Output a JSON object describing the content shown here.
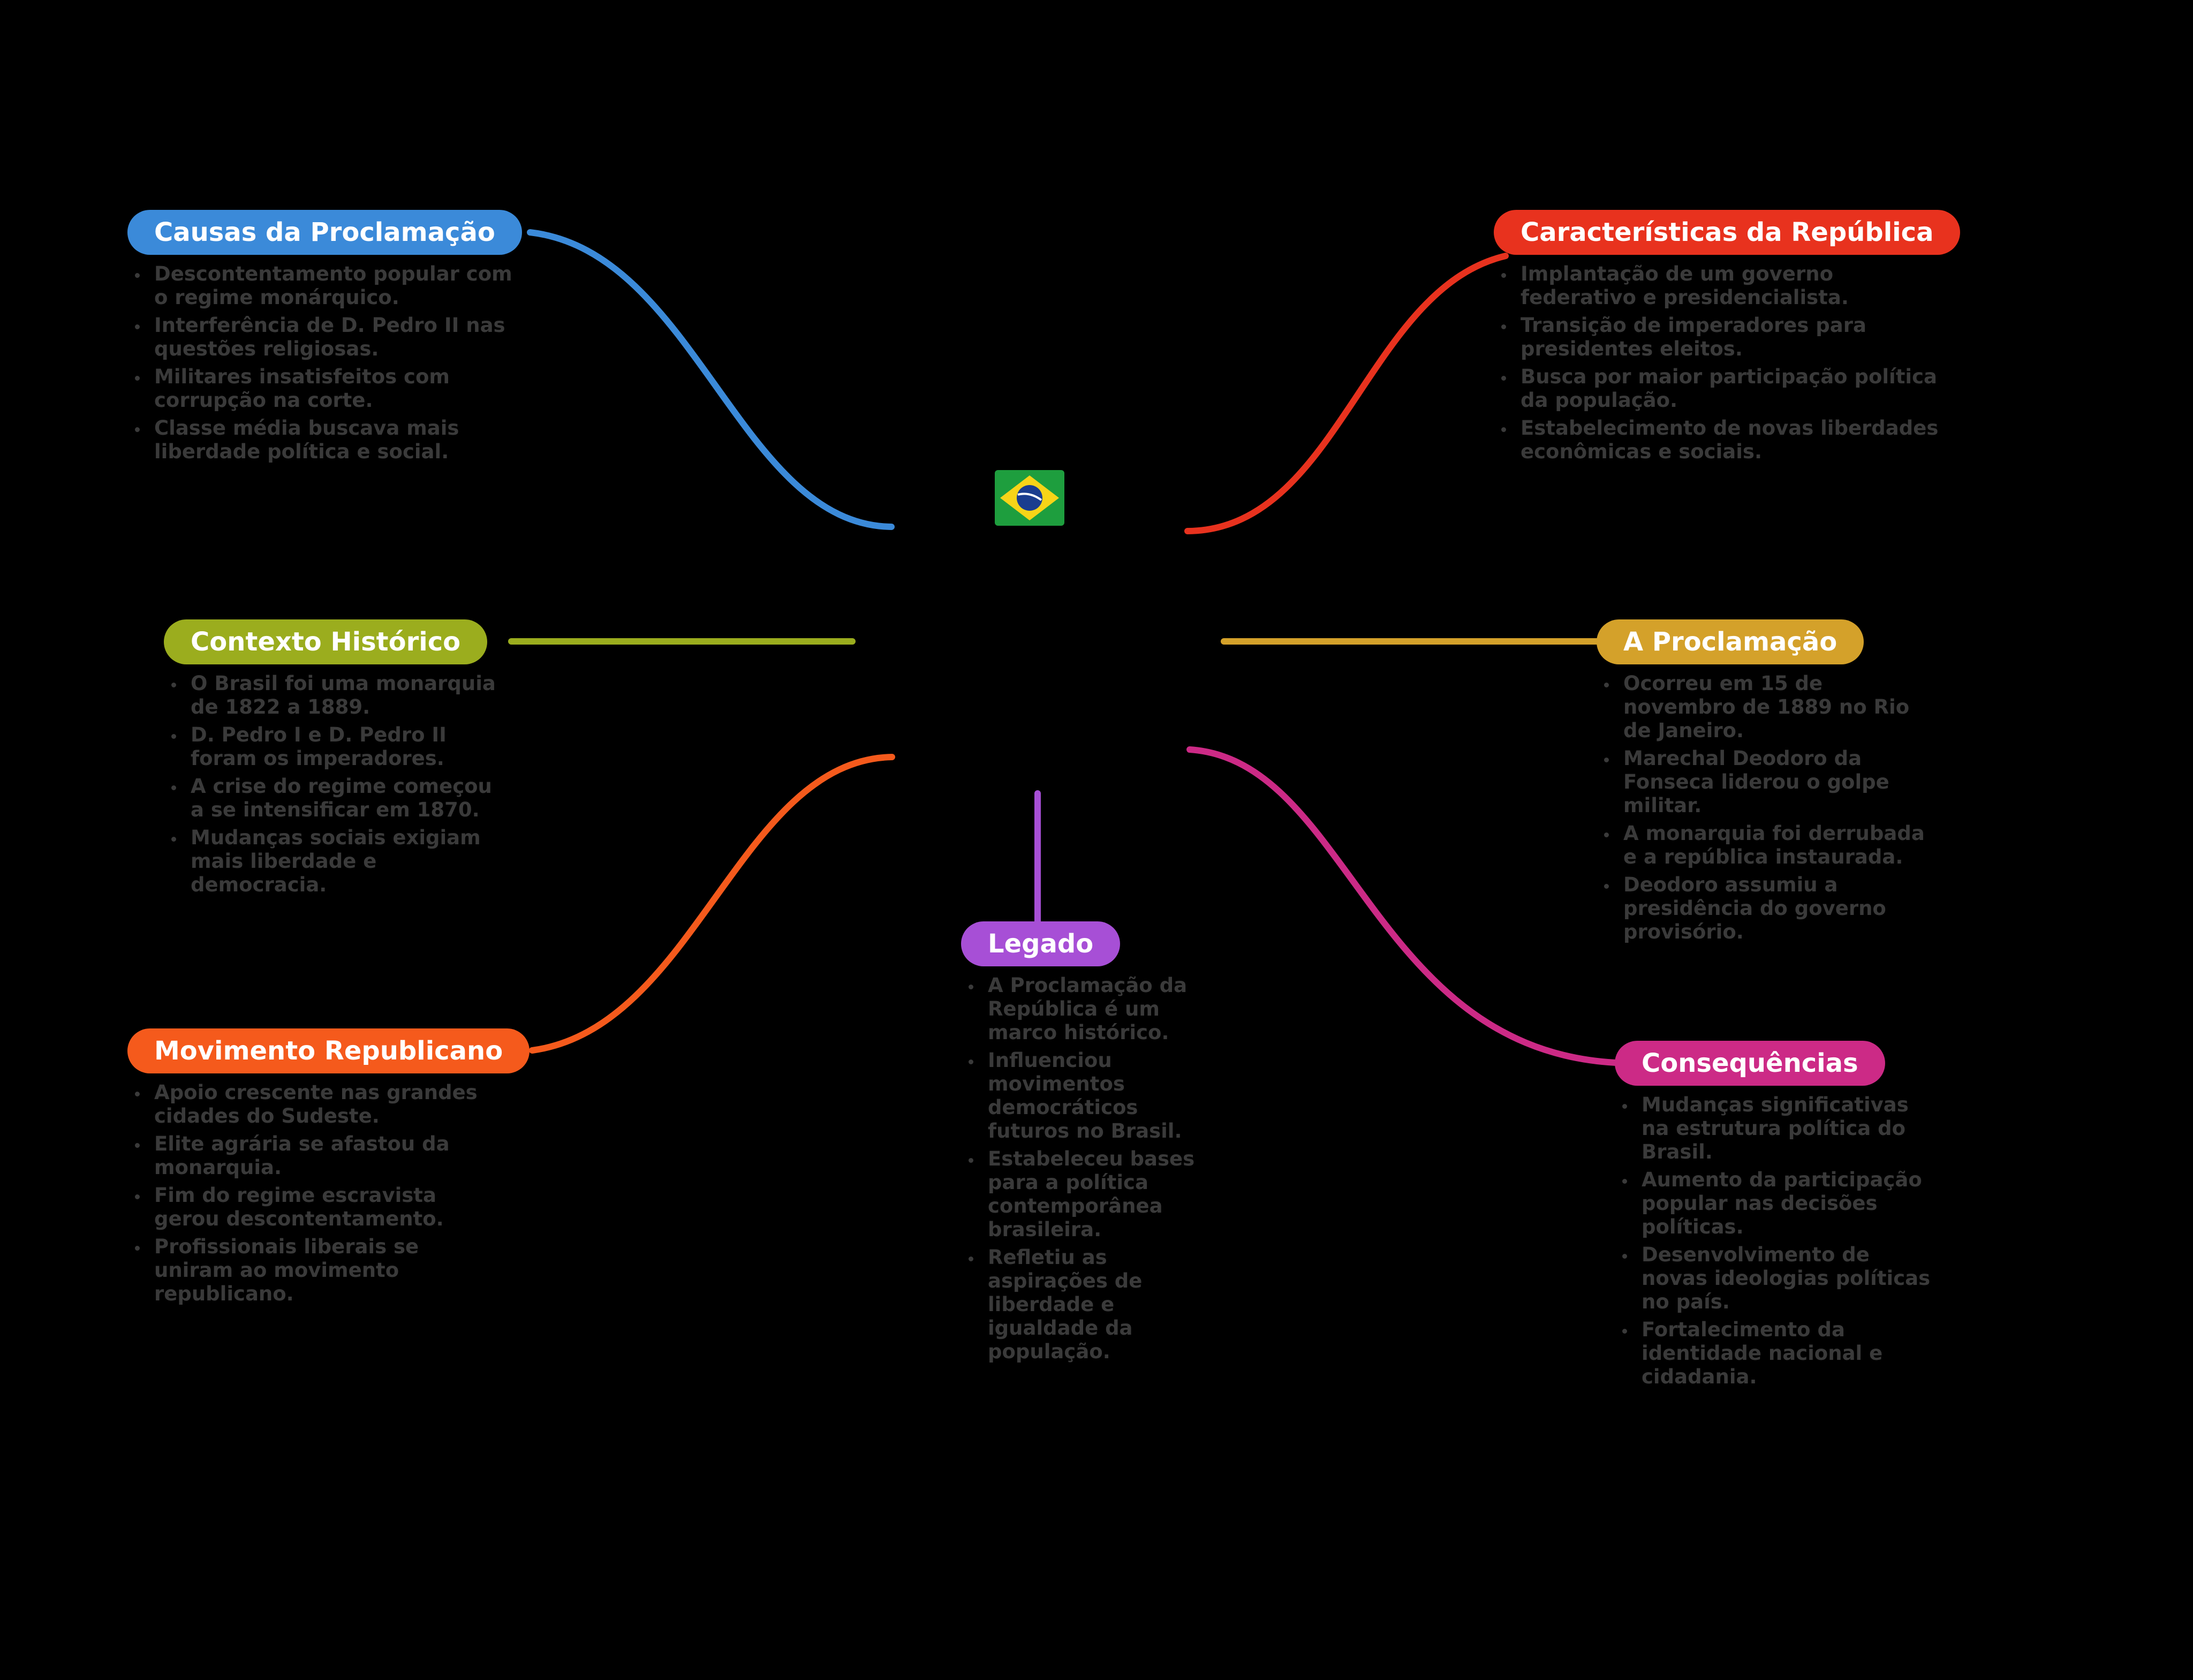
{
  "colors": {
    "background": "#000000",
    "item_text": "#3a3a3a",
    "center_flag": "flag-brazil-icon"
  },
  "branches": [
    {
      "id": "causas",
      "title": "Causas da Proclamação",
      "color": "#3b8ad9",
      "items": [
        "Descontentamento popular com o regime monárquico.",
        "Interferência de D. Pedro II nas questões religiosas.",
        "Militares insatisfeitos com corrupção na corte.",
        "Classe média buscava mais liberdade política e social."
      ]
    },
    {
      "id": "caracteristicas",
      "title": "Características da República",
      "color": "#e8321e",
      "items": [
        "Implantação de um governo federativo e presidencialista.",
        "Transição de imperadores para presidentes eleitos.",
        "Busca por maior participação política da população.",
        "Estabelecimento de novas liberdades econômicas e sociais."
      ]
    },
    {
      "id": "contexto",
      "title": "Contexto Histórico",
      "color": "#9bad1e",
      "items": [
        "O Brasil foi uma monarquia de 1822 a 1889.",
        "D. Pedro I e D. Pedro II foram os imperadores.",
        "A crise do regime começou a se intensificar em 1870.",
        "Mudanças sociais exigiam mais liberdade e democracia."
      ]
    },
    {
      "id": "proclamacao",
      "title": "A Proclamação",
      "color": "#d4a12a",
      "items": [
        "Ocorreu em 15 de novembro de 1889 no Rio de Janeiro.",
        "Marechal Deodoro da Fonseca liderou o golpe militar.",
        "A monarquia foi derrubada e a república instaurada.",
        "Deodoro assumiu a presidência do governo provisório."
      ]
    },
    {
      "id": "movimento",
      "title": "Movimento Republicano",
      "color": "#f55a1c",
      "items": [
        "Apoio crescente nas grandes cidades do Sudeste.",
        "Elite agrária se afastou da monarquia.",
        "Fim do regime escravista gerou descontentamento.",
        "Profissionais liberais se uniram ao movimento republicano."
      ]
    },
    {
      "id": "legado",
      "title": "Legado",
      "color": "#a74fd6",
      "items": [
        "A Proclamação da República é um marco histórico.",
        "Influenciou movimentos democráticos futuros no Brasil.",
        "Estabeleceu bases para a política contemporânea brasileira.",
        "Refletiu as aspirações de liberdade e igualdade da população."
      ]
    },
    {
      "id": "consequencias",
      "title": "Consequências",
      "color": "#cc2a86",
      "items": [
        "Mudanças significativas na estrutura política do Brasil.",
        "Aumento da participação popular nas decisões políticas.",
        "Desenvolvimento de novas ideologias políticas no país.",
        "Fortalecimento da identidade nacional e cidadania."
      ]
    }
  ]
}
